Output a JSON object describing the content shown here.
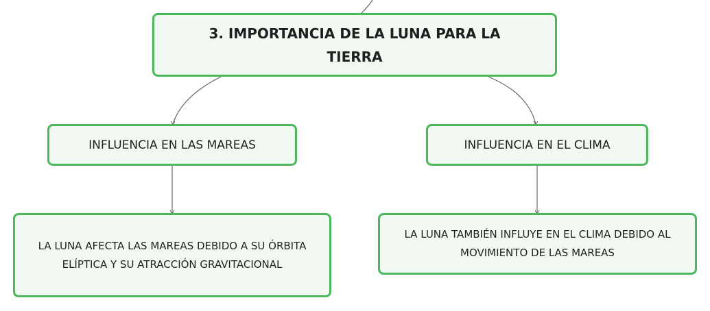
{
  "colors": {
    "node_border": "#4cb85c",
    "node_fill": "#f2f9f2",
    "connector": "#666666",
    "text": "#1f1f1f"
  },
  "root": {
    "title": "3. IMPORTANCIA DE LA LUNA PARA LA TIERRA"
  },
  "branches": [
    {
      "label": "INFLUENCIA EN LAS MAREAS",
      "detail": "LA LUNA AFECTA LAS MAREAS DEBIDO A SU ÓRBITA ELÍPTICA Y SU ATRACCIÓN GRAVITACIONAL"
    },
    {
      "label": "INFLUENCIA EN EL CLIMA",
      "detail": "LA LUNA TAMBIÉN INFLUYE EN EL CLIMA DEBIDO AL MOVIMIENTO DE LAS MAREAS"
    }
  ]
}
